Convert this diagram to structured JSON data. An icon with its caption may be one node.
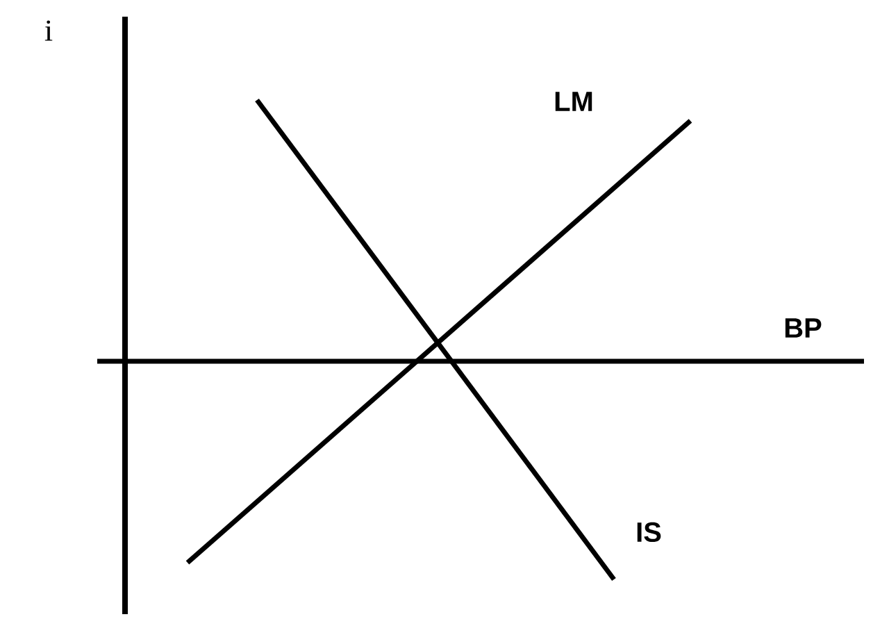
{
  "diagram": {
    "labels": [
      "i",
      "LM",
      "BP",
      "IS"
    ]
  }
}
